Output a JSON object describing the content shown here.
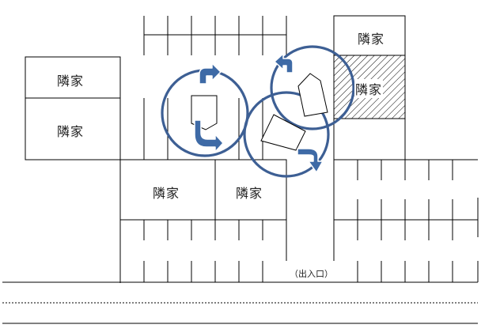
{
  "houses": {
    "top_right": "隣家",
    "left_upper": "隣家",
    "left_lower": "隣家",
    "bottom_mid_left": "隣家",
    "bottom_mid_right": "隣家",
    "hatched": "隣家"
  },
  "entrance_label": "（出入口）",
  "colors": {
    "turn_circle": "#3d5f94",
    "arrow_fill": "#3e6aa6",
    "arrow_stroke": "#ffffff",
    "lines": "#000000"
  },
  "icons": {
    "turn_arrow": "curved-arrow-icon",
    "car": "car-outline-icon"
  }
}
